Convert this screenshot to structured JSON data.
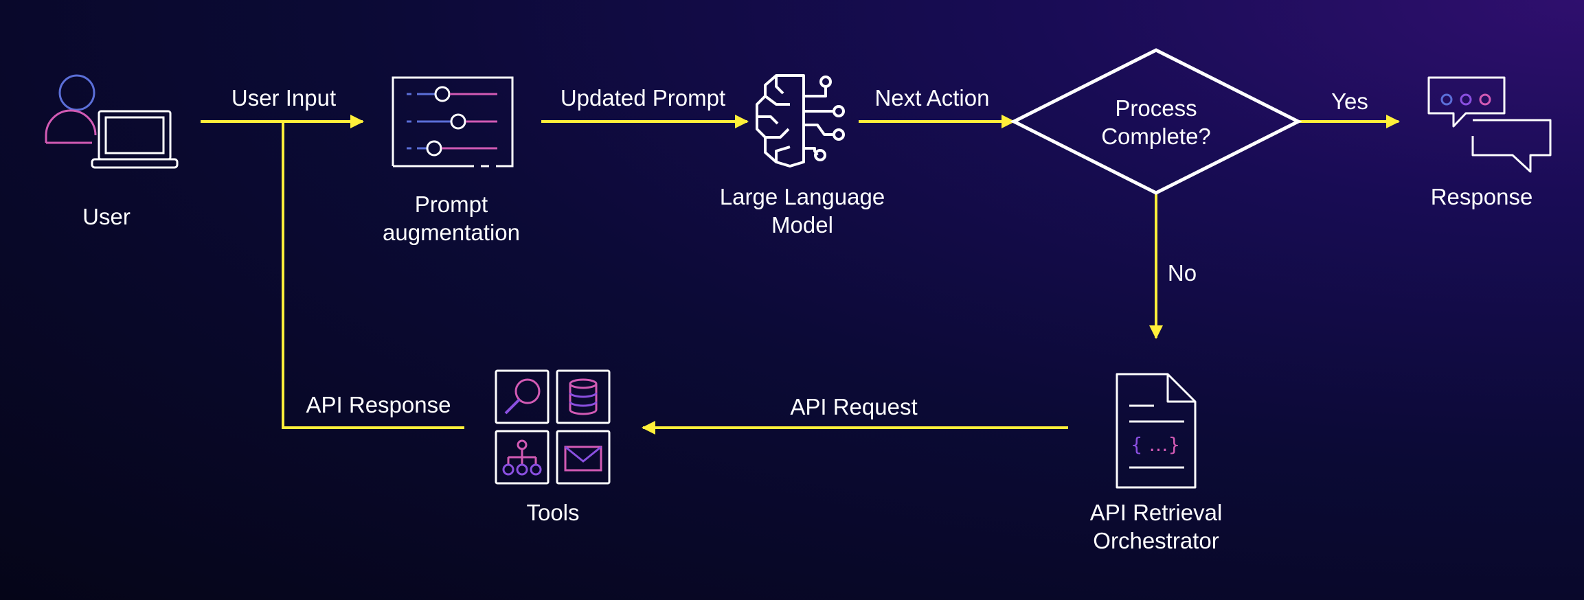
{
  "colors": {
    "arrow": "#ffef3a",
    "outline": "#ffffff",
    "accent_blue": "#5b6fd8",
    "accent_pink": "#d25ab4",
    "accent_purple": "#8a4fe0"
  },
  "nodes": {
    "user": {
      "label": "User",
      "icon": "user-laptop-icon"
    },
    "prompt_augmentation": {
      "label_line1": "Prompt",
      "label_line2": "augmentation",
      "icon": "sliders-icon"
    },
    "llm": {
      "label_line1": "Large Language",
      "label_line2": "Model",
      "icon": "ai-brain-icon"
    },
    "decision": {
      "label_line1": "Process",
      "label_line2": "Complete?"
    },
    "response": {
      "label": "Response",
      "icon": "chat-bubbles-icon"
    },
    "api_orchestrator": {
      "label_line1": "API Retrieval",
      "label_line2": "Orchestrator",
      "icon": "json-document-icon"
    },
    "tools": {
      "label": "Tools",
      "icons": [
        "search-icon",
        "database-icon",
        "hierarchy-icon",
        "mail-icon"
      ]
    }
  },
  "edges": {
    "user_input": "User Input",
    "updated_prompt": "Updated Prompt",
    "next_action": "Next Action",
    "yes": "Yes",
    "no": "No",
    "api_request": "API Request",
    "api_response": "API Response"
  }
}
